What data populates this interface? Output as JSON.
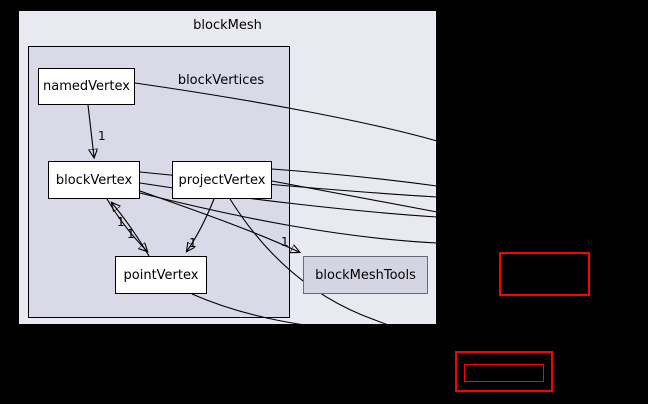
{
  "clusters": {
    "outer": {
      "label": "blockMesh"
    },
    "inner": {
      "label": "blockVertices"
    }
  },
  "nodes": {
    "namedVertex": {
      "label": "namedVertex"
    },
    "blockVertex": {
      "label": "blockVertex"
    },
    "projectVertex": {
      "label": "projectVertex"
    },
    "pointVertex": {
      "label": "pointVertex"
    },
    "blockMeshTools": {
      "label": "blockMeshTools"
    }
  },
  "edges": [
    {
      "from": "namedVertex",
      "to": "blockVertex",
      "label": "1"
    },
    {
      "from": "blockVertex",
      "to": "pointVertex",
      "label": "1"
    },
    {
      "from": "pointVertex",
      "to": "blockVertex",
      "label": "1"
    },
    {
      "from": "projectVertex",
      "to": "pointVertex",
      "label": "1"
    },
    {
      "from": "blockVertex",
      "to": "blockMeshTools",
      "label": "1"
    }
  ],
  "colors": {
    "background": "#000000",
    "outer_cluster_fill": "#e9e9f1",
    "inner_cluster_fill": "#d9d9e8",
    "node_fill": "#ffffff",
    "node_border": "#000000",
    "tools_node_fill": "#d4d4e2",
    "tools_node_border": "#69697a",
    "external_node_border": "#ff0000",
    "edge_color": "#000000"
  }
}
